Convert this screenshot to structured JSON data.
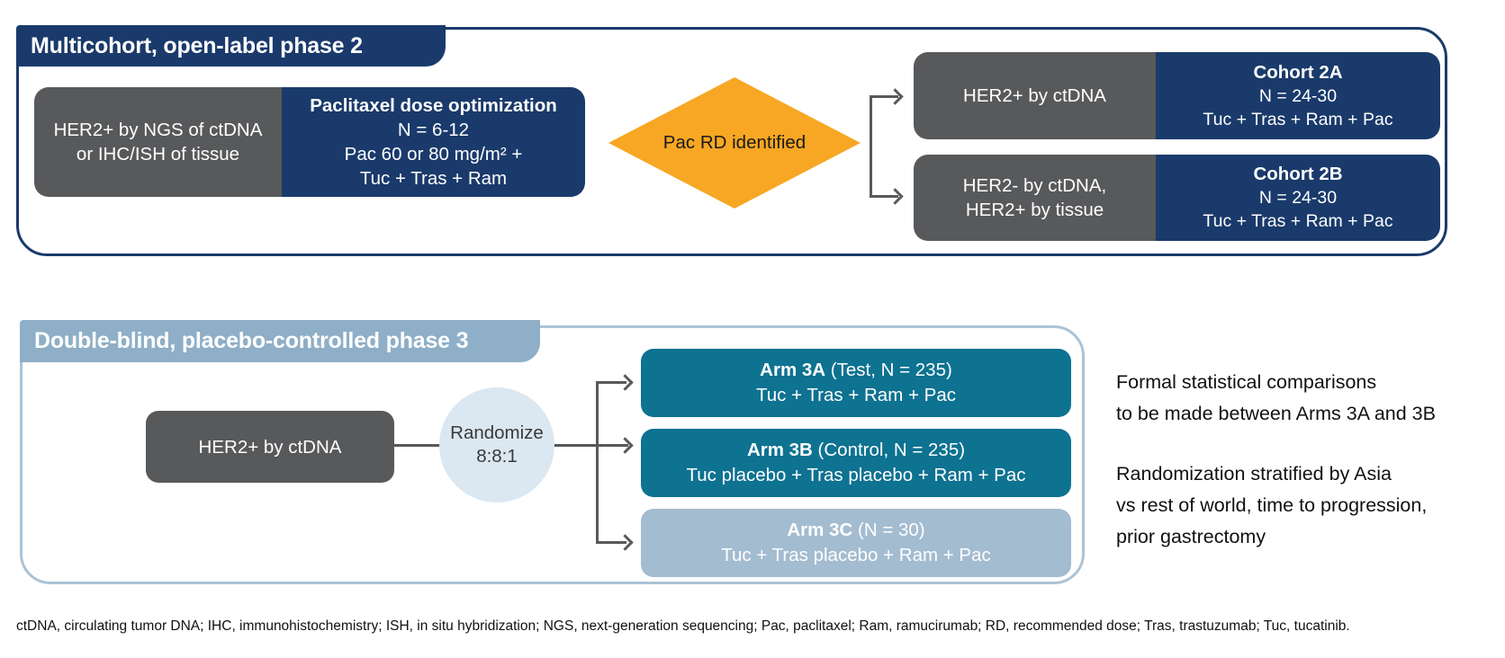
{
  "colors": {
    "navy": "#1a3a6b",
    "gray": "#58595b",
    "orange": "#f7a723",
    "teal": "#0e7291",
    "light_blue": "#a4bcd0",
    "circle_blue": "#dbe7f1",
    "phase3_band": "#8eafc7",
    "phase3_border": "#abc3d6",
    "arrow_gray": "#58595b"
  },
  "phase2": {
    "header": "Multicohort, open-label phase 2",
    "screening_box": {
      "line1": "HER2+ by NGS of ctDNA",
      "line2": "or IHC/ISH of tissue"
    },
    "dose_box": {
      "title": "Paclitaxel dose optimization",
      "line1": "N = 6-12",
      "line2": "Pac 60 or 80 mg/m² +",
      "line3": "Tuc + Tras + Ram"
    },
    "decision": "Pac RD identified",
    "cohorts": [
      {
        "criteria_line1": "HER2+ by ctDNA",
        "name": "Cohort 2A",
        "n": "N = 24-30",
        "regimen": "Tuc + Tras + Ram + Pac"
      },
      {
        "criteria_line1": "HER2- by ctDNA,",
        "criteria_line2": "HER2+ by tissue",
        "name": "Cohort 2B",
        "n": "N = 24-30",
        "regimen": "Tuc + Tras + Ram + Pac"
      }
    ]
  },
  "phase3": {
    "header": "Double-blind, placebo-controlled phase 3",
    "screening_box": "HER2+ by ctDNA",
    "randomize": {
      "line1": "Randomize",
      "line2": "8:8:1"
    },
    "arms": [
      {
        "name": "Arm 3A",
        "detail": " (Test, N = 235)",
        "regimen": "Tuc + Tras + Ram + Pac"
      },
      {
        "name": "Arm 3B",
        "detail": " (Control, N = 235)",
        "regimen": "Tuc placebo + Tras placebo + Ram + Pac"
      },
      {
        "name": "Arm 3C",
        "detail": " (N = 30)",
        "regimen": "Tuc + Tras placebo + Ram + Pac"
      }
    ],
    "notes": {
      "p1_line1": "Formal statistical comparisons",
      "p1_line2": "to be made between Arms 3A and 3B",
      "p2_line1": "Randomization stratified by Asia",
      "p2_line2": "vs rest of world, time to progression,",
      "p2_line3": "prior gastrectomy"
    }
  },
  "footnote": "ctDNA, circulating tumor DNA; IHC, immunohistochemistry; ISH, in situ hybridization; NGS, next-generation sequencing; Pac, paclitaxel; Ram, ramucirumab; RD, recommended dose; Tras, trastuzumab; Tuc, tucatinib."
}
